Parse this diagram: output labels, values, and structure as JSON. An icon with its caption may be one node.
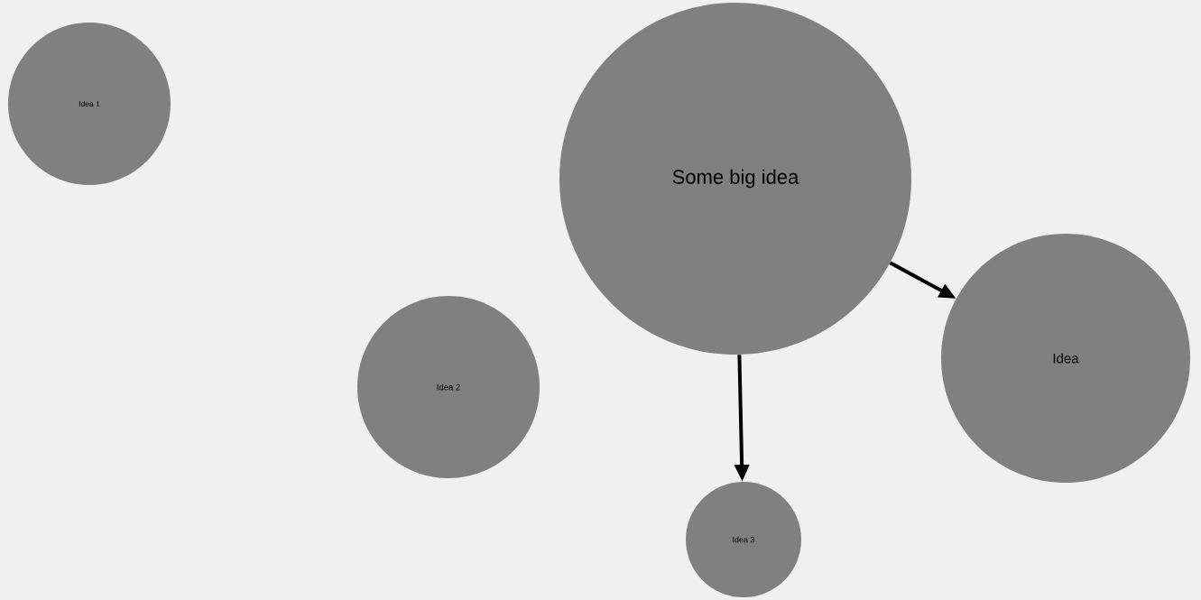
{
  "diagram": {
    "nodes": [
      {
        "text": [
          "Idea 1"
        ]
      },
      {
        "text": [
          "Some big idea"
        ]
      },
      {
        "text": [
          "Idea 2"
        ]
      },
      {
        "text": [
          "Idea"
        ]
      },
      {
        "text": [
          "Idea 3"
        ]
      }
    ],
    "edges": [
      {
        "from": 1,
        "to": 3,
        "arrow": "to"
      },
      {
        "from": 1,
        "to": 4,
        "arrow": "to"
      }
    ]
  }
}
